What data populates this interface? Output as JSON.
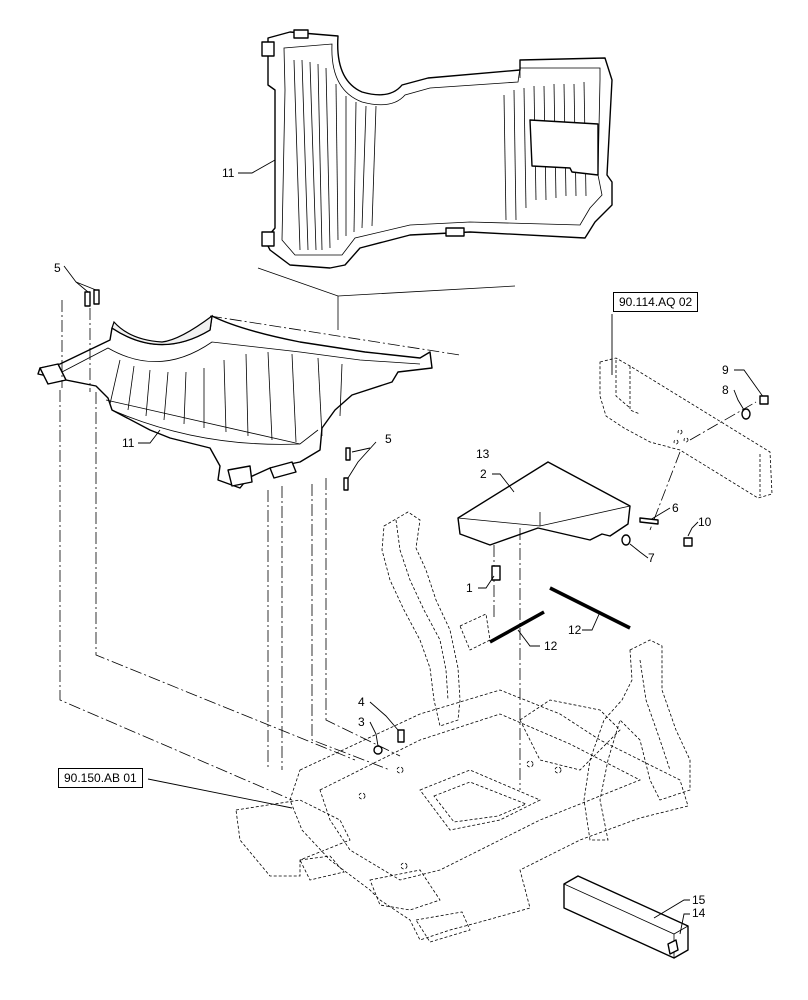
{
  "callouts": {
    "c11_top": "11",
    "c5_left": "5",
    "c11_mid": "11",
    "c5_right": "5",
    "c13": "13",
    "c2": "2",
    "c1": "1",
    "c12_left": "12",
    "c12_right": "12",
    "c4": "4",
    "c3": "3",
    "c9": "9",
    "c8": "8",
    "c6": "6",
    "c10": "10",
    "c7": "7",
    "c15": "15",
    "c14": "14"
  },
  "references": {
    "ref_top": "90.114.AQ 02",
    "ref_bottom": "90.150.AB 01"
  }
}
